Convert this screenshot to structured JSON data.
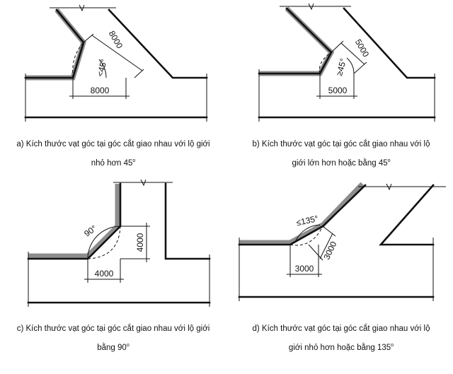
{
  "panels": [
    {
      "id": "a",
      "dims": {
        "diagonal": "8000",
        "horizontal": "8000",
        "angle": "<45°"
      },
      "caption": {
        "line1": "a) Kích thước vạt góc tại góc cắt giao nhau với lộ giới",
        "line2_text": "nhỏ hơn 45",
        "line2_sup": "o"
      }
    },
    {
      "id": "b",
      "dims": {
        "diagonal": "5000",
        "horizontal": "5000",
        "angle": "≥45°"
      },
      "caption": {
        "line1": "b) Kích thước vạt góc tại góc cắt giao nhau với  lộ",
        "line2_text": "giới lớn hơn hoặc bằng 45",
        "line2_sup": "o"
      }
    },
    {
      "id": "c",
      "dims": {
        "vertical": "4000",
        "horizontal": "4000",
        "angle": "90°"
      },
      "caption": {
        "line1": "c) Kích thước vạt góc tại góc cắt giao nhau với lộ giới",
        "line2_text": "bằng 90",
        "line2_sup": "o"
      }
    },
    {
      "id": "d",
      "dims": {
        "diagonal": "3000",
        "horizontal": "3000",
        "angle": "≤135°"
      },
      "caption": {
        "line1": "d) Kích thước vạt góc tại góc cắt giao nhau với lộ",
        "line2_text": "giới nhỏ  hơn hoặc bằng 135",
        "line2_sup": "o"
      }
    }
  ]
}
